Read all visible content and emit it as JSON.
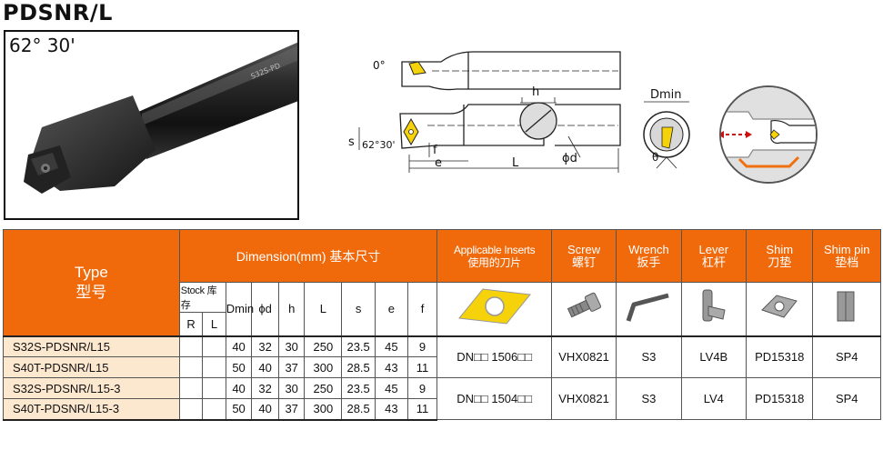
{
  "title": "PDSNR/L",
  "photo": {
    "angle_label": "62° 30'",
    "shank_marking": "S32S-PD"
  },
  "diagram": {
    "labels": {
      "zero_angle": "0°",
      "h": "h",
      "s": "s",
      "angle": "62°30'",
      "f": "f",
      "e": "e",
      "L": "L",
      "d": "ϕd",
      "dmin": "Dmin",
      "theta": "θ"
    }
  },
  "table": {
    "type_label": "Type",
    "type_label_cn": "型号",
    "dimension_label": "Dimension(mm) 基本尺寸",
    "accessory_headers": [
      {
        "en": "Applicable Inserts",
        "cn": "使用的刀片"
      },
      {
        "en": "Screw",
        "cn": "螺钉"
      },
      {
        "en": "Wrench",
        "cn": "扳手"
      },
      {
        "en": "Lever",
        "cn": "杠杆"
      },
      {
        "en": "Shim",
        "cn": "刀垫"
      },
      {
        "en": "Shim pin",
        "cn": "垫档"
      }
    ],
    "stock_label": "Stock",
    "stock_label_cn": "库存",
    "stock_cols": [
      "R",
      "L"
    ],
    "dim_cols": [
      "Dmin",
      "ϕd",
      "h",
      "L",
      "s",
      "e",
      "f"
    ],
    "rows": [
      {
        "type": "S32S-PDSNR/L15",
        "dmin": "40",
        "d": "32",
        "h": "30",
        "L": "250",
        "s": "23.5",
        "e": "45",
        "f": "9"
      },
      {
        "type": "S40T-PDSNR/L15",
        "dmin": "50",
        "d": "40",
        "h": "37",
        "L": "300",
        "s": "28.5",
        "e": "43",
        "f": "11"
      },
      {
        "type": "S32S-PDSNR/L15-3",
        "dmin": "40",
        "d": "32",
        "h": "30",
        "L": "250",
        "s": "23.5",
        "e": "45",
        "f": "9"
      },
      {
        "type": "S40T-PDSNR/L15-3",
        "dmin": "50",
        "d": "40",
        "h": "37",
        "L": "300",
        "s": "28.5",
        "e": "43",
        "f": "11"
      }
    ],
    "groups": [
      {
        "insert": "DN□□ 1506□□",
        "screw": "VHX0821",
        "wrench": "S3",
        "lever": "LV4B",
        "shim": "PD15318",
        "shim_pin": "SP4"
      },
      {
        "insert": "DN□□ 1504□□",
        "screw": "VHX0821",
        "wrench": "S3",
        "lever": "LV4",
        "shim": "PD15318",
        "shim_pin": "SP4"
      }
    ]
  }
}
